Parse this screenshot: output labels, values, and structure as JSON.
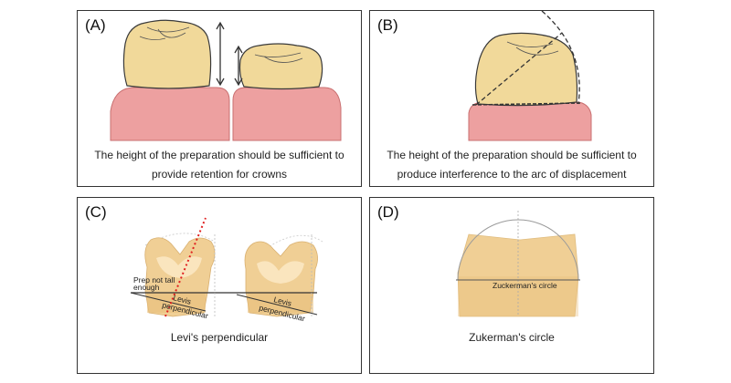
{
  "panels": [
    {
      "label": "(A)",
      "caption_lines": [
        "The height of the preparation should be sufficient to",
        "provide retention for crowns"
      ]
    },
    {
      "label": "(B)",
      "caption_lines": [
        "The height of the preparation should be sufficient to",
        "produce interference to the arc of displacement"
      ]
    },
    {
      "label": "(C)",
      "caption_lines": [
        "Levi's perpendicular"
      ],
      "annotations": {
        "prep_line1": "Prep not tall",
        "prep_line2": "enough",
        "levis_left_line1": "Levis",
        "levis_left_line2": "perpendicular",
        "levis_right_line1": "Levis",
        "levis_right_line2": "perpendicular"
      }
    },
    {
      "label": "(D)",
      "caption_lines": [
        "Zukerman's circle"
      ],
      "annotations": {
        "circle_label": "Zuckerman's circle"
      }
    }
  ],
  "colors": {
    "tooth": "#f1d99a",
    "tooth_outline": "#3a3a3a",
    "gingiva": "#eda0a0",
    "gingiva_edge": "#c96f70",
    "section": "#f0cf95",
    "section_dark": "#e7bd79",
    "red_dotted": "#e02020"
  }
}
